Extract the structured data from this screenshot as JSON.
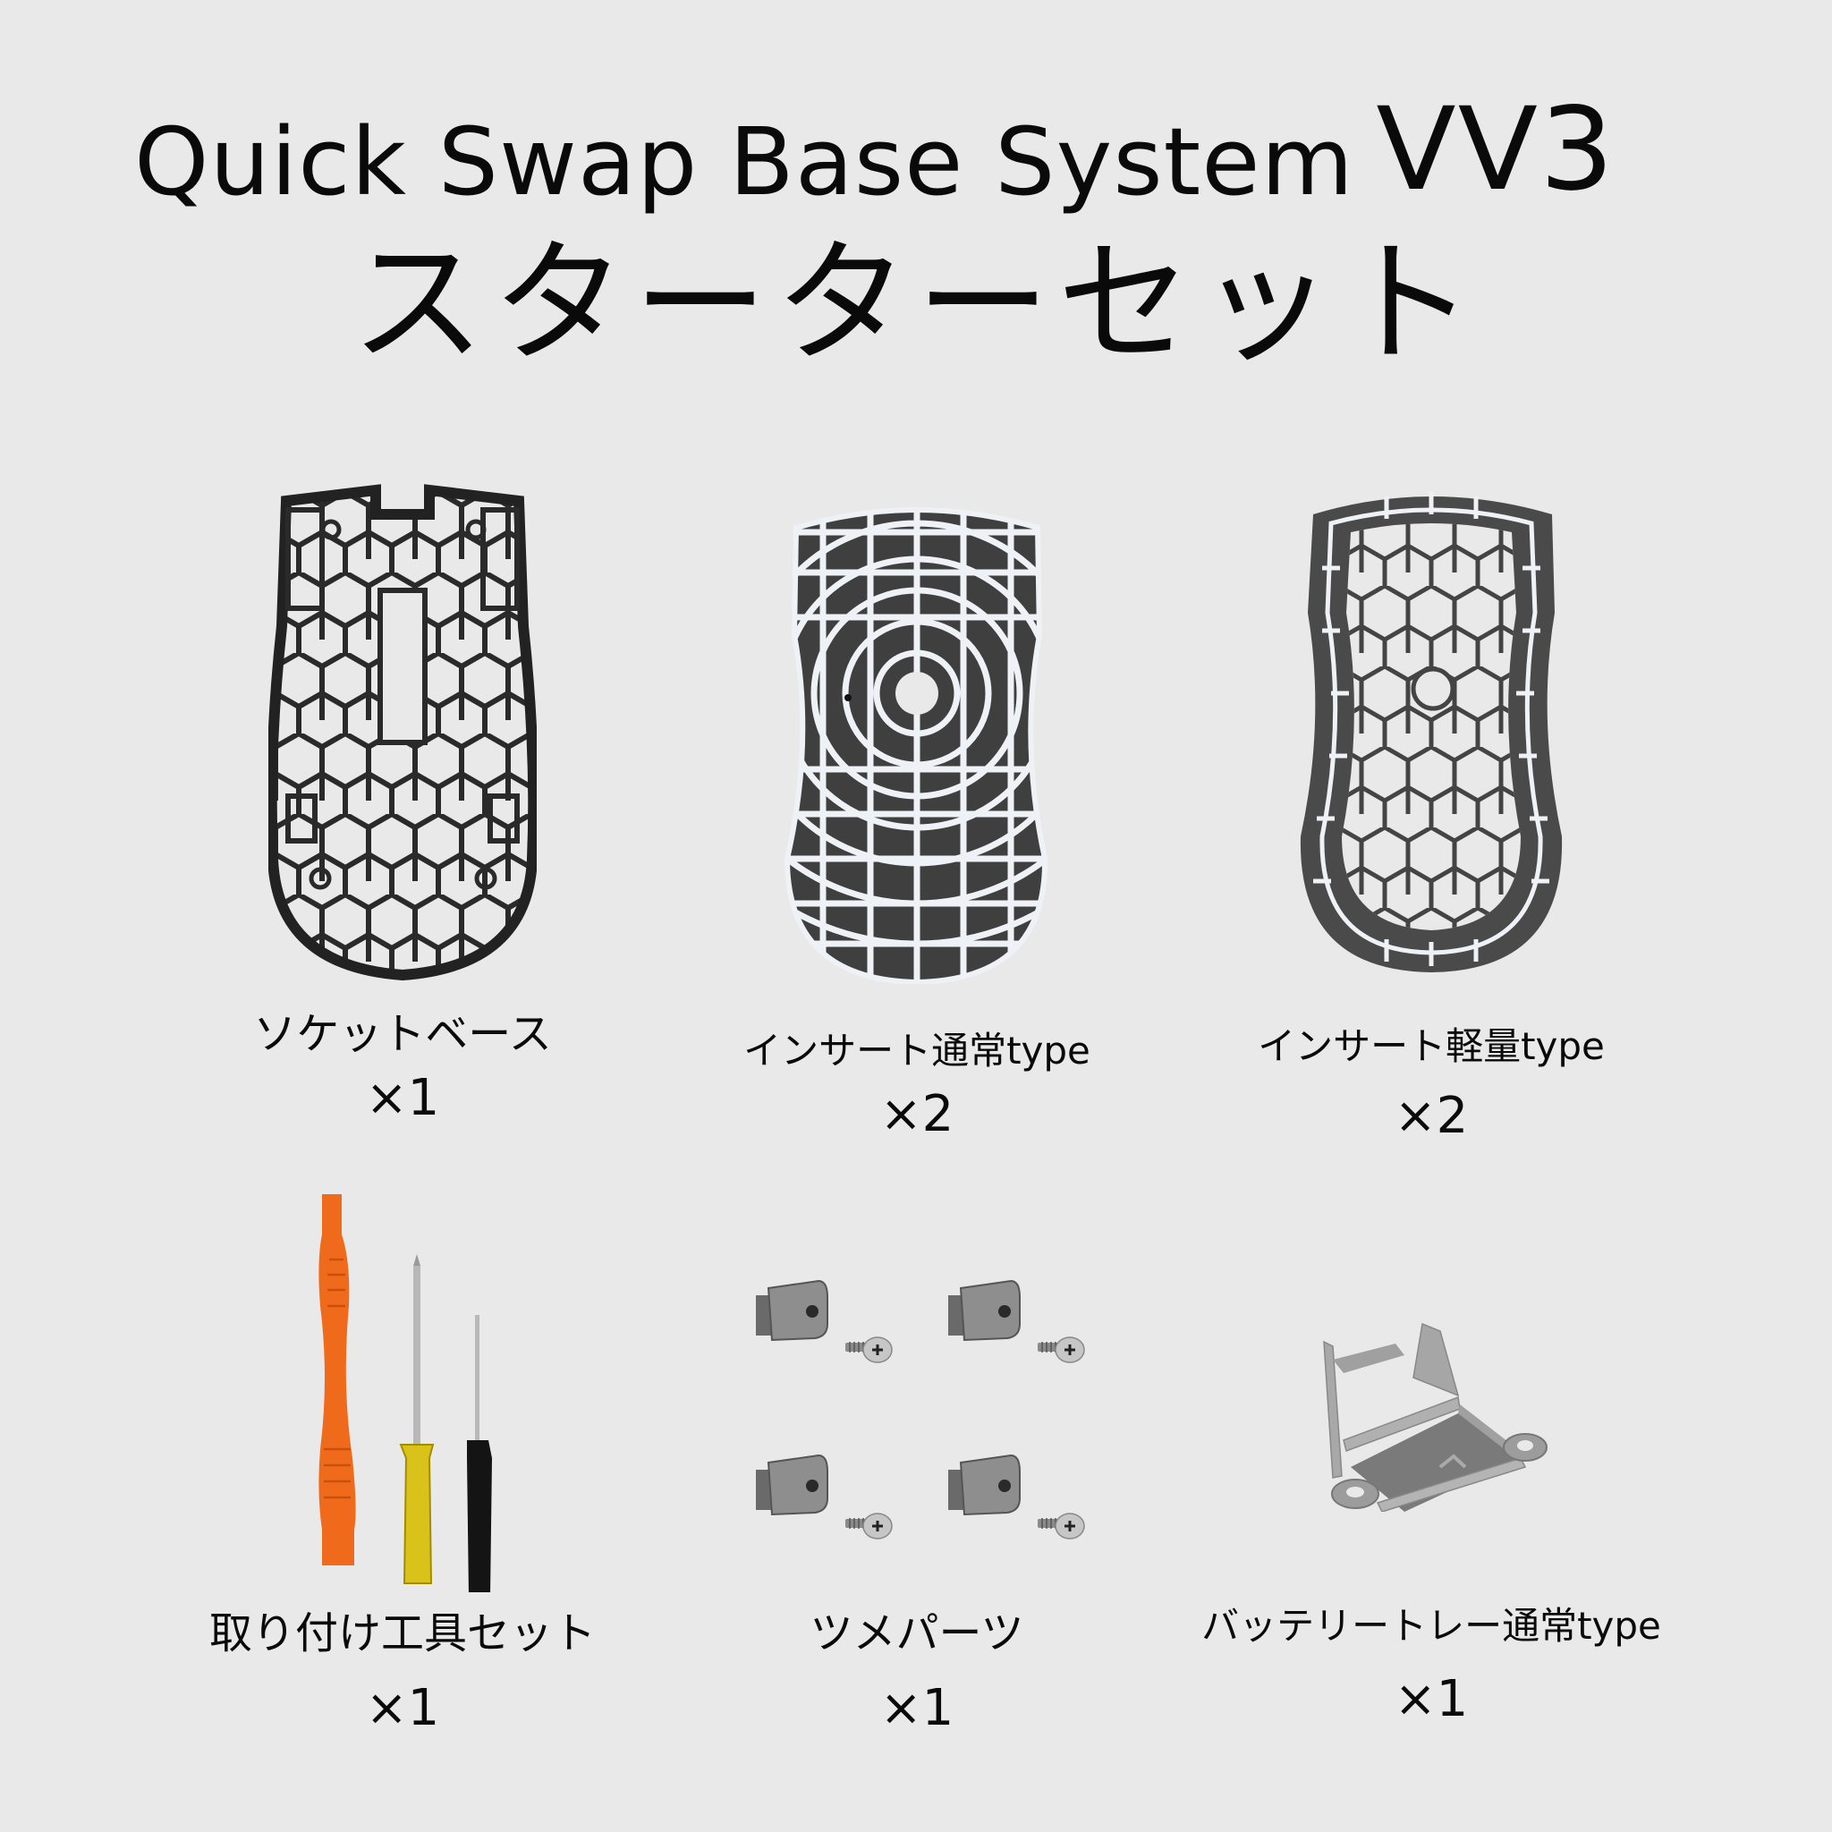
{
  "header": {
    "title_main": "Quick Swap Base System",
    "title_version": "VV3",
    "subtitle": "スターターセット"
  },
  "items": [
    {
      "label": "ソケットベース",
      "qty": "×1",
      "icon": "socket-base-frame"
    },
    {
      "label": "インサート通常type",
      "qty": "×2",
      "icon": "insert-normal-plate"
    },
    {
      "label": "インサート軽量type",
      "qty": "×2",
      "icon": "insert-light-plate"
    },
    {
      "label": "取り付け工具セット",
      "qty": "×1",
      "icon": "tool-set"
    },
    {
      "label": "ツメパーツ",
      "qty": "×1",
      "icon": "claw-parts"
    },
    {
      "label": "バッテリートレー通常type",
      "qty": "×1",
      "icon": "battery-tray"
    }
  ],
  "colors": {
    "background": "#e9e9e9",
    "text": "#0a0a0a",
    "frame_dark": "#2a2a2a",
    "insert_dark": "#3f3f3f",
    "insert_lines": "#eef2f6",
    "tool_orange": "#f06a1c",
    "tool_yellow": "#d9c21a",
    "metal_gray": "#9a9a9a"
  }
}
